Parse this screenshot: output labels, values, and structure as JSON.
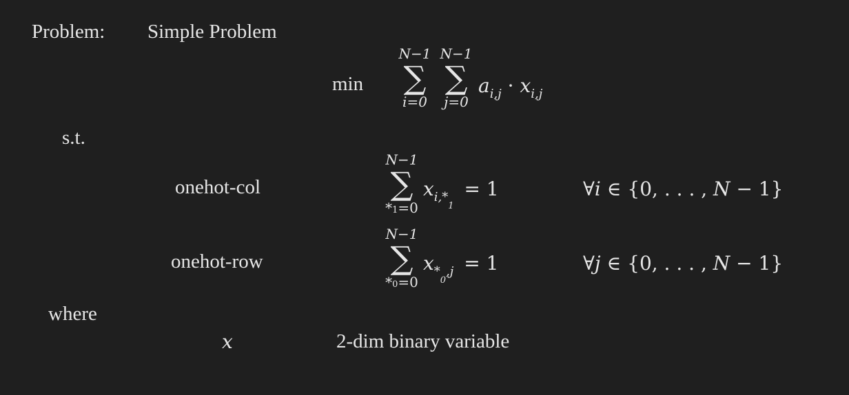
{
  "header": {
    "problem_label": "Problem:",
    "problem_name": "Simple Problem"
  },
  "objective": {
    "direction": "min",
    "sum1_upper": "N−1",
    "sum1_lower": "i=0",
    "sum2_upper": "N−1",
    "sum2_lower": "j=0",
    "coef_symbol": "a",
    "coef_index": "i,j",
    "dot": "·",
    "var_symbol": "x",
    "var_index": "i,j"
  },
  "constraints_label": "s.t.",
  "constraints": [
    {
      "name": "onehot-col",
      "sum_upper": "N−1",
      "sum_lower_base": "*",
      "sum_lower_sub": "1",
      "sum_lower_rest": "=0",
      "var_symbol": "x",
      "var_index_a": "i,*",
      "var_index_sub": "1",
      "var_index_b": "",
      "rhs": "= 1",
      "forall": "∀",
      "forall_var": "i",
      "set": "∈ {0, . . . , ",
      "set_N": "N",
      "set_end": " − 1}"
    },
    {
      "name": "onehot-row",
      "sum_upper": "N−1",
      "sum_lower_base": "*",
      "sum_lower_sub": "0",
      "sum_lower_rest": "=0",
      "var_symbol": "x",
      "var_index_a": "*",
      "var_index_sub": "0",
      "var_index_b": ",j",
      "rhs": "= 1",
      "forall": "∀",
      "forall_var": "j",
      "set": "∈ {0, . . . , ",
      "set_N": "N",
      "set_end": " − 1}"
    }
  ],
  "where_label": "where",
  "variables": [
    {
      "symbol": "x",
      "description": "2-dim binary variable"
    }
  ]
}
